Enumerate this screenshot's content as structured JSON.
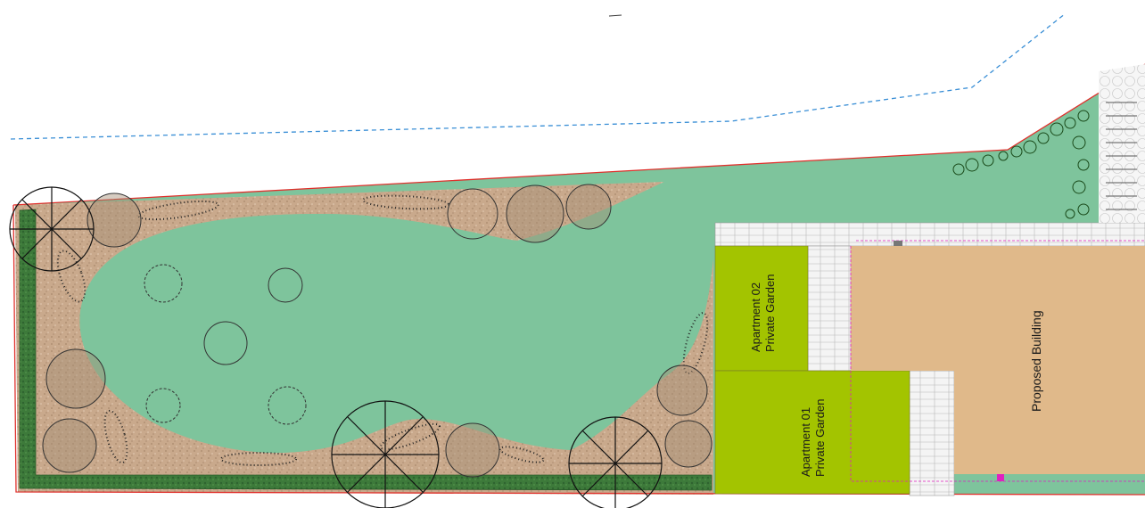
{
  "labels": {
    "apartment_02": {
      "line1": "Apartment 02",
      "line2": "Private Garden"
    },
    "apartment_01": {
      "line1": "Apartment 01",
      "line2": "Private Garden"
    },
    "building": "Proposed Building"
  },
  "colors": {
    "lawn": "#7ec49c",
    "gravel": "#c9a98c",
    "hedge": "#3d7a3a",
    "private_garden": "#a3c400",
    "building": "#e0b98a",
    "paving": "#f2f2f2",
    "boundary": "#e0302c",
    "dashed_line": "#3a8fd6",
    "marker": "#e020c0"
  }
}
